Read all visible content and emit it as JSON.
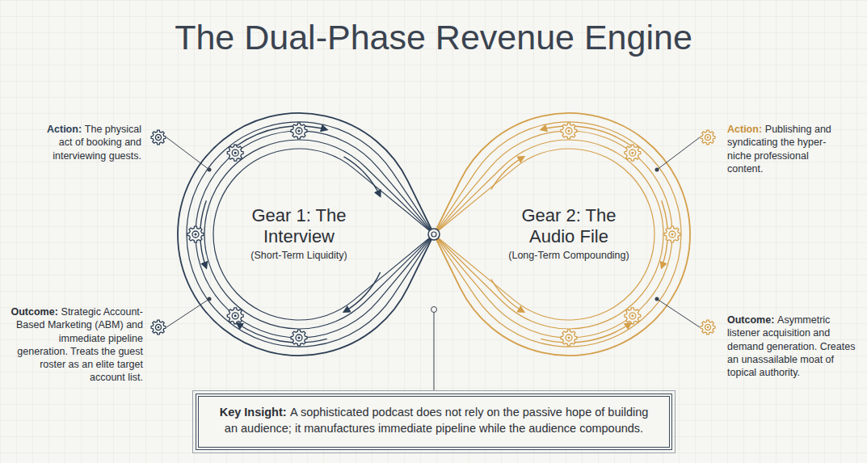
{
  "diagram": {
    "title": "The Dual-Phase Revenue Engine",
    "nodes": [
      {
        "text": [
          "Gear 1: The Interview",
          "(Short-Term Liquidity)"
        ]
      },
      {
        "text": [
          "Gear 2: The Audio File",
          "(Long-Term Compounding)"
        ]
      },
      {
        "text": [
          "Key Insight:",
          "A sophisticated podcast does not rely on the passive hope of building an audience; it manufactures immediate pipeline while the audience compounds."
        ]
      }
    ],
    "labels": [
      "Action:",
      "The physical act of booking and interviewing guests.",
      "Outcome:",
      "Strategic Account-Based Marketing (ABM) and immediate pipeline generation. Treats the guest roster as an elite target account list.",
      "Action:",
      "Publishing and syndicating the hyper-niche professional content.",
      "Outcome:",
      "Asymmetric listener acquisition and demand generation. Creates an unassailable moat of topical authority."
    ]
  }
}
